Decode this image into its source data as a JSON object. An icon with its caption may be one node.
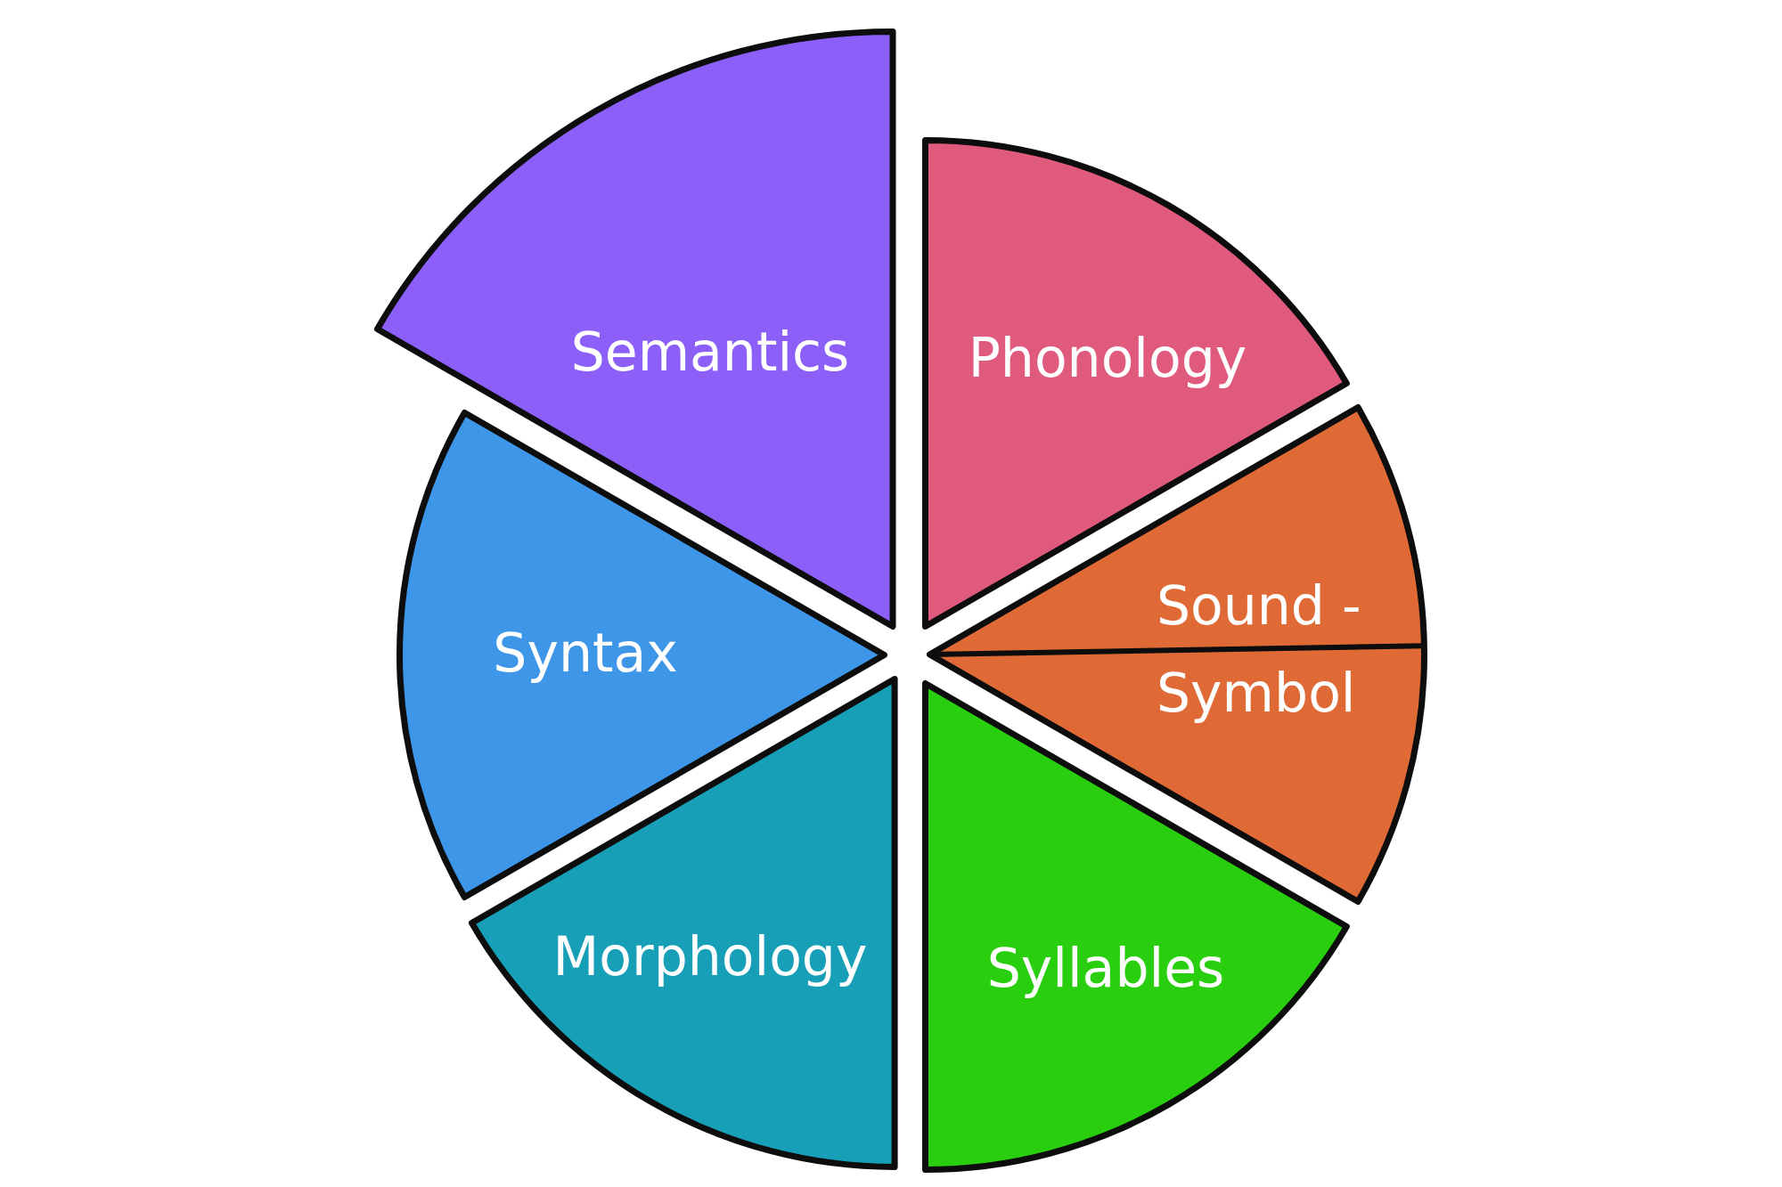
{
  "diagram": {
    "nodes": [
      {
        "text": [
          "Semantics"
        ]
      },
      {
        "text": [
          "Phonology"
        ]
      },
      {
        "text": [
          "Syntax"
        ]
      },
      {
        "text": [
          "Sound - Symbol"
        ]
      },
      {
        "text": [
          "Morphology"
        ]
      },
      {
        "text": [
          "Syllables"
        ]
      }
    ]
  }
}
